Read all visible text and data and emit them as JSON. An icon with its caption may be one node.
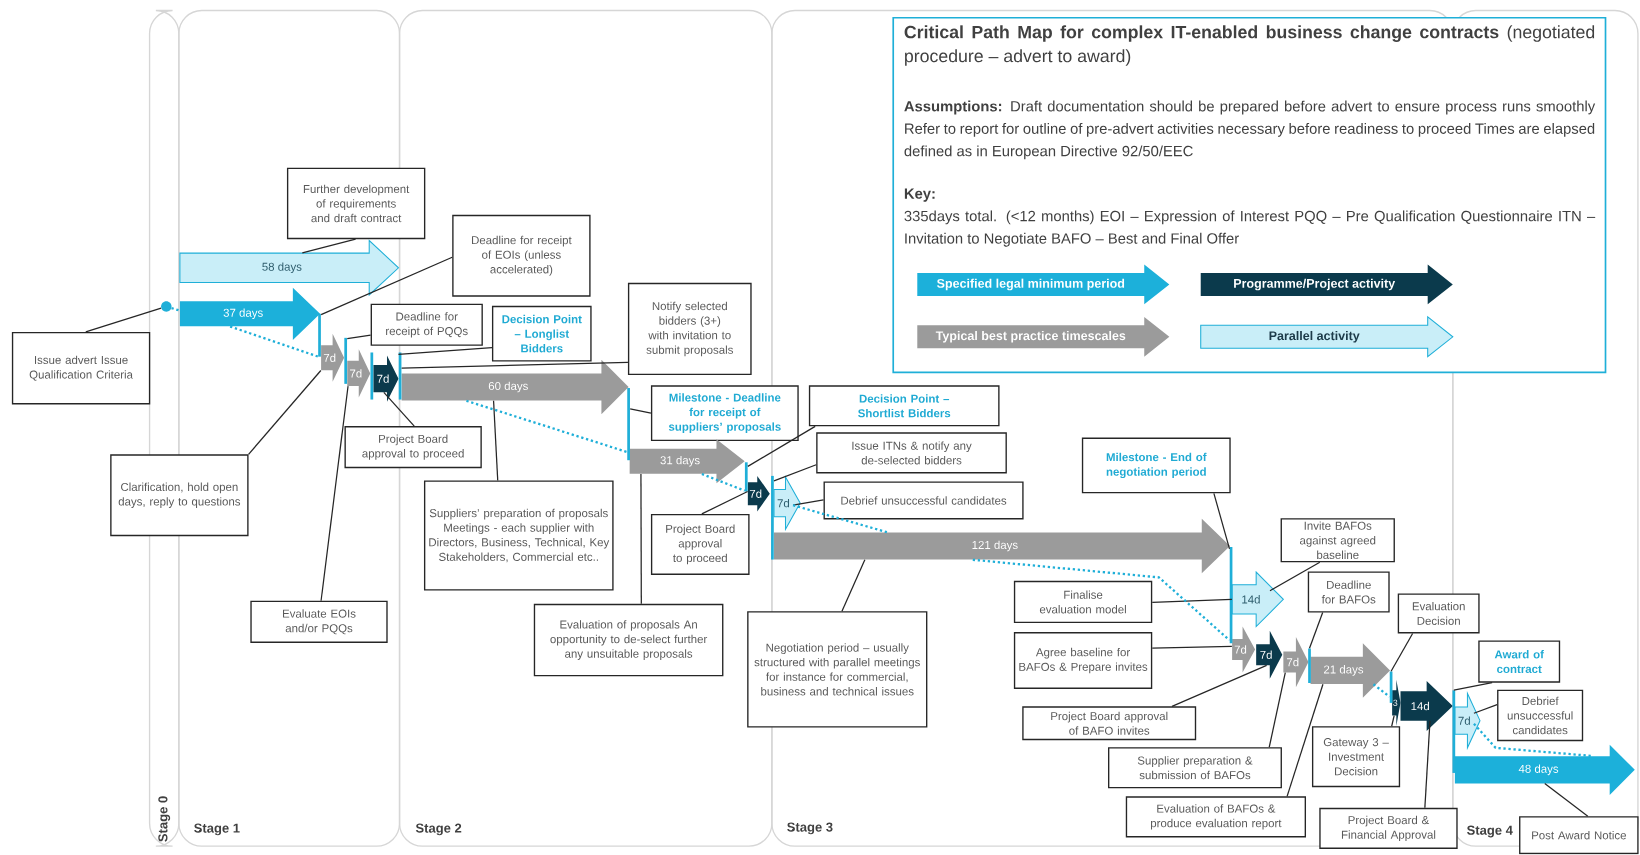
{
  "diagram": {
    "title": "**Critical Path Map for complex IT-enabled business change contracts** (negotiated procedure – advert to award)",
    "nodes": [
      {
        "text": [
          "Stage 0"
        ]
      },
      {
        "text": [
          "Stage 1"
        ]
      },
      {
        "text": [
          "Stage 2"
        ]
      },
      {
        "text": [
          "Stage 3"
        ]
      },
      {
        "text": [
          "Stage 4"
        ]
      },
      {
        "text": [],
        "shape": "circle",
        "in": 0
      },
      {
        "text": [
          "Issue advert Issue Qualification Criteria"
        ]
      },
      {
        "text": [
          "Further development of requirements and draft contract"
        ]
      },
      {
        "text": [
          "58 days"
        ],
        "in": 1
      },
      {
        "text": [
          "37 days"
        ],
        "in": 1
      },
      {
        "text": [
          "Deadline for receipt of EOIs (unless accelerated)"
        ],
        "in": 2
      },
      {
        "text": [
          "Deadline for receipt of PQQs"
        ]
      },
      {
        "text": [
          "Decision Point – Longlist Bidders"
        ],
        "in": 2
      },
      {
        "text": [
          "7d"
        ],
        "in": 1
      },
      {
        "text": [
          "7d"
        ],
        "in": 1
      },
      {
        "text": [
          "7d"
        ],
        "in": 1
      },
      {
        "text": [
          "Clarification, hold open days, reply to questions"
        ]
      },
      {
        "text": [
          "Project Board approval to proceed"
        ]
      },
      {
        "text": [
          "Evaluate EOIs and/or PQQs"
        ],
        "in": 1
      },
      {
        "text": [
          "Notify selected bidders (3+) with invitation to submit proposals"
        ],
        "in": 2
      },
      {
        "text": [
          "60 days"
        ],
        "in": 2
      },
      {
        "text": [
          "Suppliers’ preparation of proposals Meetings - each supplier with Directors, Business, Technical, Key Stakeholders, Commercial etc.."
        ],
        "in": 2
      },
      {
        "text": [
          "Milestone - Deadline for receipt of suppliers’ proposals"
        ]
      },
      {
        "text": [
          "31 days"
        ],
        "in": 2
      },
      {
        "text": [
          "Evaluation of proposals An opportunity to de-select further any unsuitable proposals"
        ],
        "in": 2
      },
      {
        "text": [
          "Project Board approval to proceed"
        ],
        "in": 2
      },
      {
        "text": [
          "7d"
        ],
        "in": 2
      },
      {
        "text": [
          "Decision Point – Shortlist Bidders"
        ],
        "in": 3
      },
      {
        "text": [
          "Issue ITNs & notify any de-selected bidders"
        ],
        "in": 3
      },
      {
        "text": [
          "7d"
        ],
        "in": 3
      },
      {
        "text": [
          "Debrief unsuccessful candidates"
        ],
        "in": 3
      },
      {
        "text": [
          "121 days"
        ],
        "in": 3
      },
      {
        "text": [
          "Negotiation period – usually structured with parallel meetings for instance for commercial, business and technical issues"
        ],
        "in": 3
      },
      {
        "text": [
          "Milestone - End of negotiation period"
        ],
        "in": 3
      },
      {
        "text": [
          "Invite BAFOs against agreed baseline"
        ],
        "in": 3
      },
      {
        "text": [
          "Finalise evaluation model"
        ],
        "in": 3
      },
      {
        "text": [
          "14d"
        ],
        "in": 3
      },
      {
        "text": [
          "Agree baseline for BAFOs & Prepare invites"
        ],
        "in": 3
      },
      {
        "text": [
          "7d"
        ],
        "in": 3
      },
      {
        "text": [
          "7d"
        ],
        "in": 3
      },
      {
        "text": [
          "7d"
        ],
        "in": 3
      },
      {
        "text": [
          "Deadline for BAFOs"
        ],
        "in": 3
      },
      {
        "text": [
          "21 days"
        ],
        "in": 3
      },
      {
        "text": [
          "Project Board approval of BAFO invites"
        ],
        "in": 3
      },
      {
        "text": [
          "Supplier preparation & submission of BAFOs"
        ],
        "in": 3
      },
      {
        "text": [
          "Evaluation of BAFOs & produce evaluation report"
        ],
        "in": 3
      },
      {
        "text": [
          "Evaluation Decision"
        ]
      },
      {
        "text": [
          "3"
        ],
        "in": 3
      },
      {
        "text": [
          "14d"
        ],
        "in": 3
      },
      {
        "text": [
          "Gateway 3 – Investment Decision"
        ],
        "in": 3
      },
      {
        "text": [
          "Project Board & Financial Approval"
        ],
        "in": 3
      },
      {
        "text": [
          "Award of contract"
        ],
        "in": 4
      },
      {
        "text": [
          "7d"
        ],
        "in": 4
      },
      {
        "text": [
          "Debrief unsuccessful candidates"
        ],
        "in": 4
      },
      {
        "text": [
          "48 days"
        ],
        "in": 4
      },
      {
        "text": [
          "Post Award Notice"
        ],
        "in": 4
      },
      {
        "text": [],
        "shape": "bar",
        "in": 1
      },
      {
        "text": [],
        "shape": "bar",
        "in": 1
      },
      {
        "text": [],
        "shape": "bar",
        "in": 1
      },
      {
        "text": [],
        "shape": "bar",
        "in": 2
      },
      {
        "text": [],
        "shape": "bar",
        "in": 2
      },
      {
        "text": [],
        "shape": "bar",
        "in": 2
      },
      {
        "text": [],
        "shape": "bar",
        "in": 3
      },
      {
        "text": [],
        "shape": "bar",
        "in": 3
      },
      {
        "text": [],
        "shape": "bar",
        "in": 3
      },
      {
        "text": [],
        "shape": "bar",
        "in": 3
      },
      {
        "text": [],
        "shape": "bar",
        "in": 4
      }
    ],
    "edges": [
      {
        "from": 6,
        "to": 5,
        "arrow": "none"
      },
      {
        "from": 7,
        "to": 8,
        "arrow": "none"
      },
      {
        "from": 10,
        "to": 56,
        "arrow": "none"
      },
      {
        "from": 11,
        "to": 57,
        "arrow": "none"
      },
      {
        "from": 12,
        "to": 59,
        "arrow": "none"
      },
      {
        "from": 16,
        "to": 13,
        "arrow": "none"
      },
      {
        "from": 17,
        "to": 15,
        "arrow": "none"
      },
      {
        "from": 18,
        "to": 14,
        "arrow": "none"
      },
      {
        "from": 19,
        "to": 59,
        "arrow": "none"
      },
      {
        "from": 21,
        "to": 20,
        "arrow": "none"
      },
      {
        "from": 22,
        "to": 60,
        "arrow": "none"
      },
      {
        "from": 24,
        "to": 23,
        "arrow": "none"
      },
      {
        "from": 25,
        "to": 26,
        "arrow": "none"
      },
      {
        "from": 27,
        "to": 61,
        "arrow": "none"
      },
      {
        "from": 28,
        "to": 62,
        "arrow": "none"
      },
      {
        "from": 30,
        "to": 29,
        "arrow": "none"
      },
      {
        "from": 32,
        "to": 31,
        "arrow": "none"
      },
      {
        "from": 33,
        "to": 63,
        "arrow": "none"
      },
      {
        "from": 34,
        "to": 36,
        "arrow": "none"
      },
      {
        "from": 35,
        "to": 36,
        "arrow": "none"
      },
      {
        "from": 37,
        "to": 38,
        "arrow": "none"
      },
      {
        "from": 41,
        "to": 64,
        "arrow": "none"
      },
      {
        "from": 43,
        "to": 39,
        "arrow": "none"
      },
      {
        "from": 44,
        "to": 40,
        "arrow": "none"
      },
      {
        "from": 45,
        "to": 42,
        "arrow": "none"
      },
      {
        "from": 46,
        "to": 65,
        "arrow": "none"
      },
      {
        "from": 49,
        "to": 47,
        "arrow": "none"
      },
      {
        "from": 50,
        "to": 48,
        "arrow": "none"
      },
      {
        "from": 51,
        "to": 66,
        "arrow": "none"
      },
      {
        "from": 53,
        "to": 52,
        "arrow": "none"
      },
      {
        "from": 55,
        "to": 54,
        "arrow": "none"
      },
      {
        "from": 5,
        "to": 9,
        "arrow": "none",
        "style": "dashed",
        "color": "#1fafd8"
      },
      {
        "from": 9,
        "to": 56,
        "arrow": "none",
        "style": "dashed",
        "color": "#1fafd8"
      },
      {
        "from": 20,
        "to": 60,
        "arrow": "none",
        "style": "dashed",
        "color": "#1fafd8"
      },
      {
        "from": 23,
        "to": 61,
        "arrow": "none",
        "style": "dashed",
        "color": "#1fafd8"
      },
      {
        "from": 29,
        "to": 31,
        "arrow": "none",
        "style": "dashed",
        "color": "#1fafd8"
      },
      {
        "from": 31,
        "to": 63,
        "arrow": "none",
        "style": "dashed",
        "color": "#1fafd8"
      },
      {
        "from": 42,
        "to": 65,
        "arrow": "none",
        "style": "dashed",
        "color": "#1fafd8"
      },
      {
        "from": 52,
        "to": 54,
        "arrow": "none",
        "style": "dashed",
        "color": "#1fafd8"
      }
    ],
    "labels": [
      "**Assumptions:** Draft documentation should be prepared before advert to ensure process runs smoothly Refer to report for outline of pre-advert activities necessary before readiness to proceed Times are elapsed defined as in European Directive 92/50/EEC",
      "Key:",
      "335days total. (<12 months) EOI – Expression of Interest PQQ – Pre Qualification Questionnaire ITN – Invitation to Negotiate BAFO – Best and Final Offer"
    ],
    "legend": [
      {
        "text": "Specified legal minimum period",
        "color": "#1cb0da"
      },
      {
        "text": "Programme/Project activity",
        "color": "#0b3a4c"
      },
      {
        "text": "Typical best practice timescales",
        "color": "#9b9b9b"
      },
      {
        "text": "Parallel activity",
        "color": "#c9eef8"
      }
    ]
  }
}
